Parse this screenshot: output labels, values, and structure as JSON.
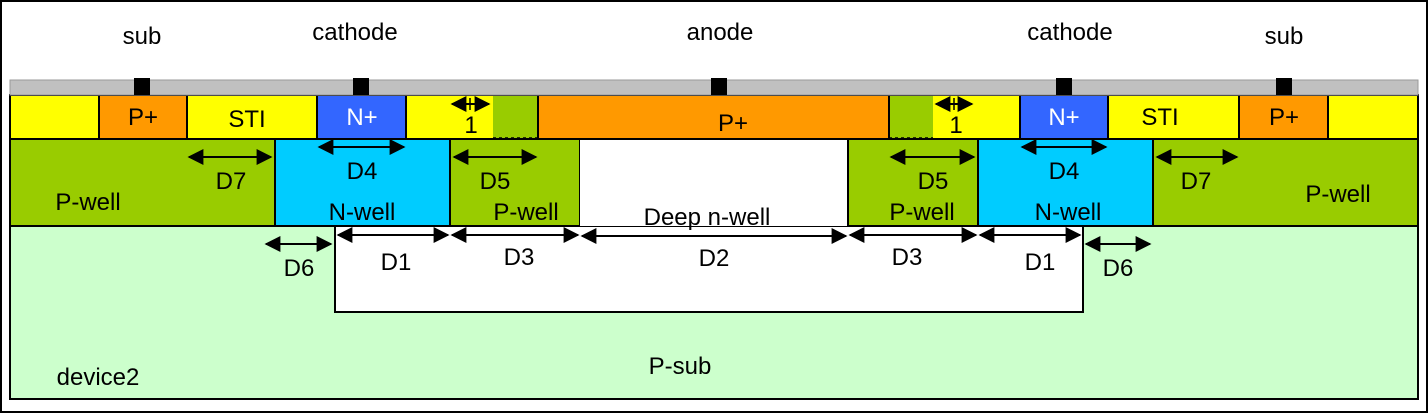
{
  "colors": {
    "yellow": "#ffff00",
    "orange": "#ff9900",
    "blue": "#3366ff",
    "cyan": "#00ccff",
    "green": "#99cc00",
    "psub": "#ccffcc",
    "gray": "#c0c0c0",
    "contact": "#000000"
  },
  "terminals": {
    "sub_left": "sub",
    "cathode_left": "cathode",
    "anode": "anode",
    "cathode_right": "cathode",
    "sub_right": "sub"
  },
  "regions": {
    "p_plus": "P+",
    "n_plus": "N+",
    "sti": "STI",
    "p_well": "P-well",
    "n_well": "N-well",
    "deep_n_well": "Deep n-well",
    "p_sub": "P-sub",
    "device": "device2",
    "gap": "1"
  },
  "dimensions": {
    "d1": "D1",
    "d2": "D2",
    "d3": "D3",
    "d4": "D4",
    "d5": "D5",
    "d6": "D6",
    "d7": "D7"
  }
}
